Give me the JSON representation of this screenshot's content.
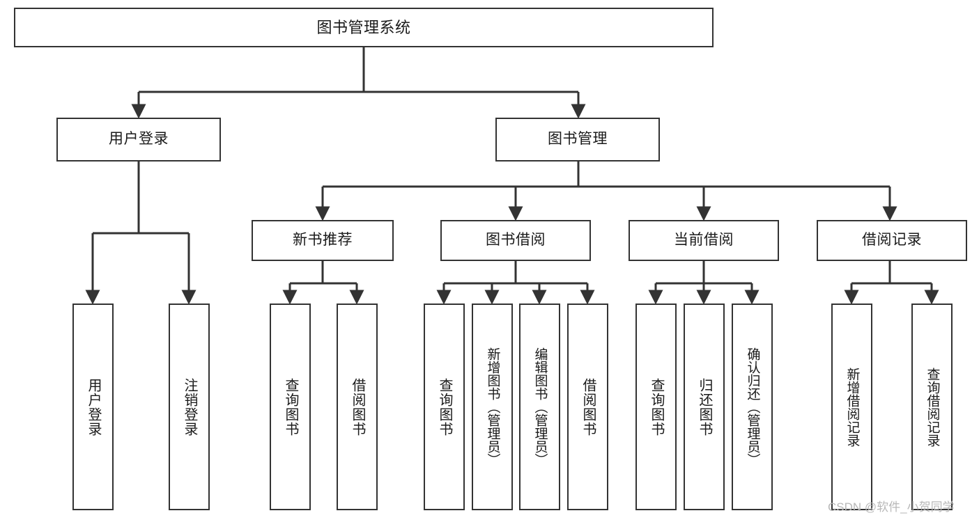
{
  "diagram": {
    "title": "图书管理系统",
    "type": "tree-hierarchy",
    "watermark": "CSDN @软件_小贺同学",
    "colors": {
      "node_border": "#333333",
      "node_fill": "#ffffff",
      "edge": "#333333",
      "text": "#1a1a1a",
      "watermark": "#b8b8b8",
      "background": "#ffffff"
    },
    "root": {
      "label": "图书管理系统"
    },
    "level2": [
      {
        "label": "用户登录"
      },
      {
        "label": "图书管理"
      }
    ],
    "level3": [
      {
        "label": "新书推荐"
      },
      {
        "label": "图书借阅"
      },
      {
        "label": "当前借阅"
      },
      {
        "label": "借阅记录"
      }
    ],
    "leaves": {
      "user_login": [
        {
          "label": "用户登录"
        },
        {
          "label": "注销登录"
        }
      ],
      "new_book_recommend": [
        {
          "label": "查询图书"
        },
        {
          "label": "借阅图书"
        }
      ],
      "book_borrow": [
        {
          "label": "查询图书"
        },
        {
          "label": "新增图书（管理员）"
        },
        {
          "label": "编辑图书（管理员）"
        },
        {
          "label": "借阅图书"
        }
      ],
      "current_borrow": [
        {
          "label": "查询图书"
        },
        {
          "label": "归还图书"
        },
        {
          "label": "确认归还（管理员）"
        }
      ],
      "borrow_record": [
        {
          "label": "新增借阅记录"
        },
        {
          "label": "查询借阅记录"
        }
      ]
    }
  }
}
